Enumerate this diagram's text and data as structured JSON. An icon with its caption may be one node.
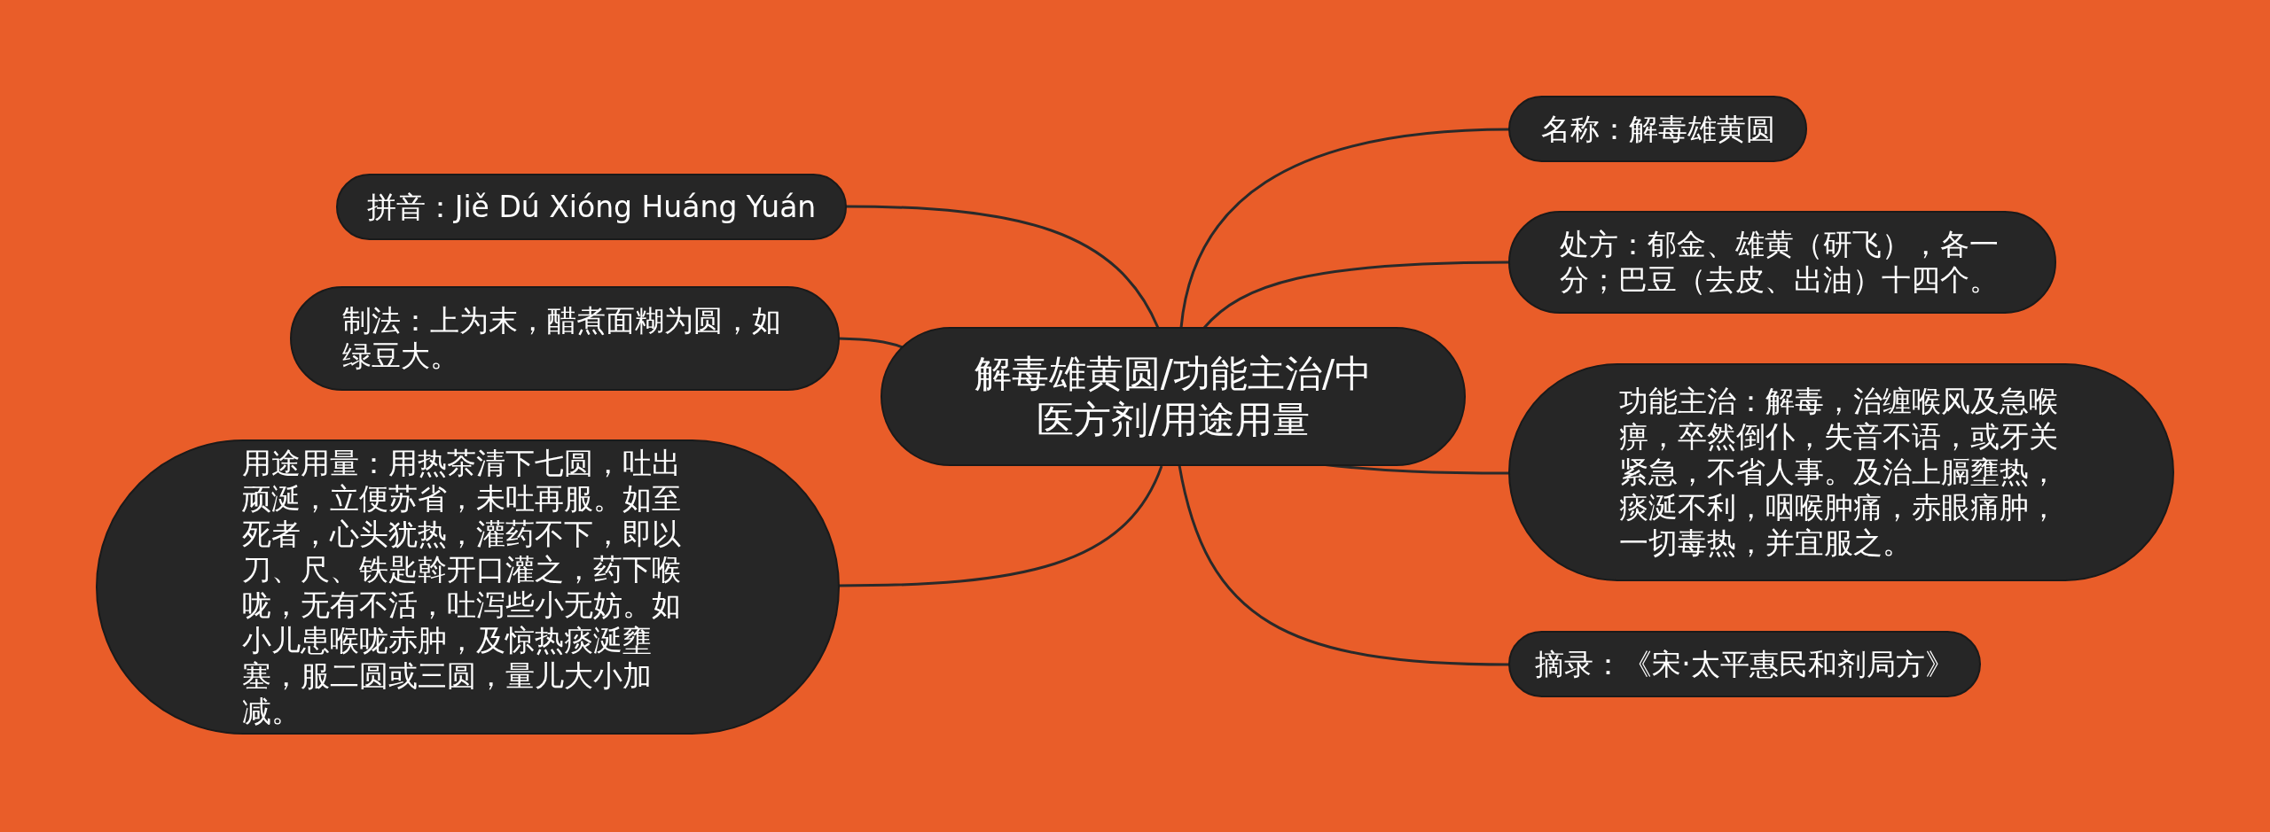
{
  "diagram": {
    "nodes": [
      {
        "text": [
          "解毒雄黄圆/功能主治/中医方剂/用途用量"
        ]
      },
      {
        "text": [
          "名称：解毒雄黄圆"
        ]
      },
      {
        "text": [
          "处方：郁金、雄黄（研飞），各一分；巴豆（去皮、出油）十四个。"
        ]
      },
      {
        "text": [
          "功能主治：解毒，治缠喉风及急喉痹，卒然倒仆，失音不语，或牙关紧急，不省人事。及治上膈壅热，痰涎不利，咽喉肿痛，赤眼痛肿，一切毒热，并宜服之。"
        ]
      },
      {
        "text": [
          "摘录：《宋·太平惠民和剂局方》"
        ]
      },
      {
        "text": [
          "拼音：Jiě Dú Xióng Huáng Yuán"
        ]
      },
      {
        "text": [
          "制法：上为末，醋煮面糊为圆，如绿豆大。"
        ]
      },
      {
        "text": [
          "用途用量：用热茶清下七圆，吐出顽涎，立便苏省，未吐再服。如至死者，心头犹热，灌药不下，即以刀、尺、铁匙斡开口灌之，药下喉咙，无有不活，吐泻些小无妨。如小儿患喉咙赤肿，及惊热痰涎壅塞，服二圆或三圆，量儿大小加减。"
        ]
      }
    ],
    "edges": [
      {
        "from": 0,
        "to": 1,
        "arrow": "none"
      },
      {
        "from": 0,
        "to": 2,
        "arrow": "none"
      },
      {
        "from": 0,
        "to": 3,
        "arrow": "none"
      },
      {
        "from": 0,
        "to": 4,
        "arrow": "none"
      },
      {
        "from": 0,
        "to": 5,
        "arrow": "none"
      },
      {
        "from": 0,
        "to": 6,
        "arrow": "none"
      },
      {
        "from": 0,
        "to": 7,
        "arrow": "none"
      }
    ]
  }
}
